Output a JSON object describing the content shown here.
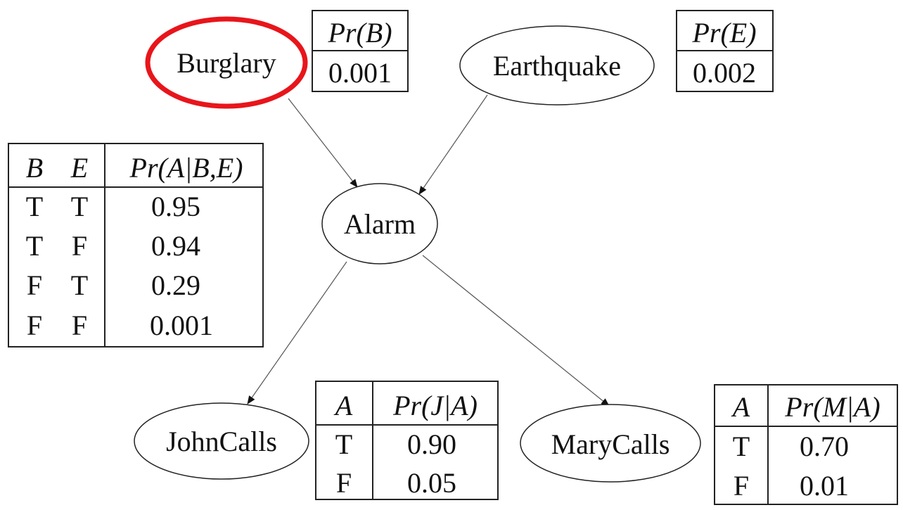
{
  "highlight_color": "#e8151b",
  "nodes": {
    "burglary": "Burglary",
    "earthquake": "Earthquake",
    "alarm": "Alarm",
    "johncalls": "JohnCalls",
    "marycalls": "MaryCalls"
  },
  "highlighted_node": "Burglary",
  "cpt_b": {
    "header": "Pr(B)",
    "value": "0.001"
  },
  "cpt_e": {
    "header": "Pr(E)",
    "value": "0.002"
  },
  "cpt_a": {
    "headers": [
      "B",
      "E",
      "Pr(A|B,E)"
    ],
    "rows": [
      [
        "T",
        "T",
        "0.95"
      ],
      [
        "T",
        "F",
        "0.94"
      ],
      [
        "F",
        "T",
        "0.29"
      ],
      [
        "F",
        "F",
        "0.001"
      ]
    ]
  },
  "cpt_j": {
    "headers": [
      "A",
      "Pr(J|A)"
    ],
    "rows": [
      [
        "T",
        "0.90"
      ],
      [
        "F",
        "0.05"
      ]
    ]
  },
  "cpt_m": {
    "headers": [
      "A",
      "Pr(M|A)"
    ],
    "rows": [
      [
        "T",
        "0.70"
      ],
      [
        "F",
        "0.01"
      ]
    ]
  }
}
